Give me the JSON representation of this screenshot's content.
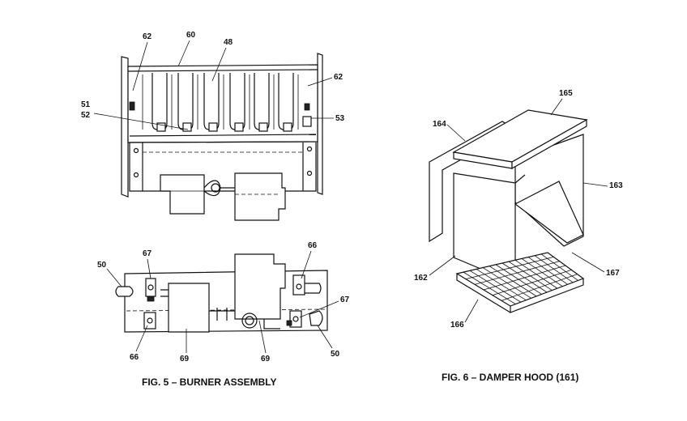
{
  "figure5": {
    "caption": "FIG. 5 – BURNER ASSEMBLY",
    "labels": {
      "l62a": "62",
      "l60": "60",
      "l48": "48",
      "l62b": "62",
      "l51": "51",
      "l52": "52",
      "l53": "53",
      "l50a": "50",
      "l67a": "67",
      "l66a": "66",
      "l67b": "67",
      "l66b": "66",
      "l69a": "69",
      "l69b": "69",
      "l50b": "50"
    }
  },
  "figure6": {
    "caption": "FIG. 6 – DAMPER HOOD (161)",
    "labels": {
      "l165": "165",
      "l164": "164",
      "l163": "163",
      "l162": "162",
      "l167": "167",
      "l166": "166"
    }
  }
}
